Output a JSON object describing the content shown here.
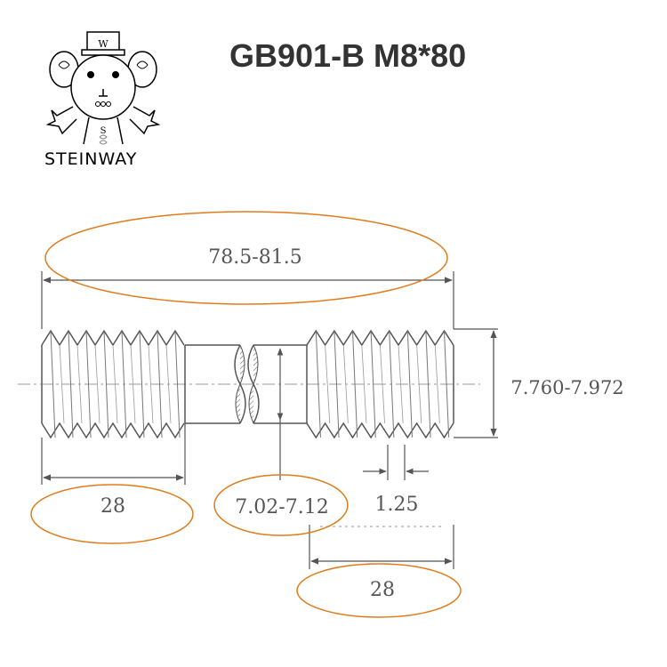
{
  "header": {
    "title": "GB901-B M8*80",
    "logo_text": "STEINWAY",
    "logo_hat_letter": "W",
    "logo_tie_letter": "S"
  },
  "drawing": {
    "total_length": "78.5-81.5",
    "major_diameter": "7.760-7.972",
    "shank_diameter": "7.02-7.12",
    "thread_pitch": "1.25",
    "left_thread_length": "28",
    "right_thread_length": "28"
  },
  "colors": {
    "highlight_ellipse": "#e07b1a",
    "line": "#555555",
    "text": "#555555"
  }
}
